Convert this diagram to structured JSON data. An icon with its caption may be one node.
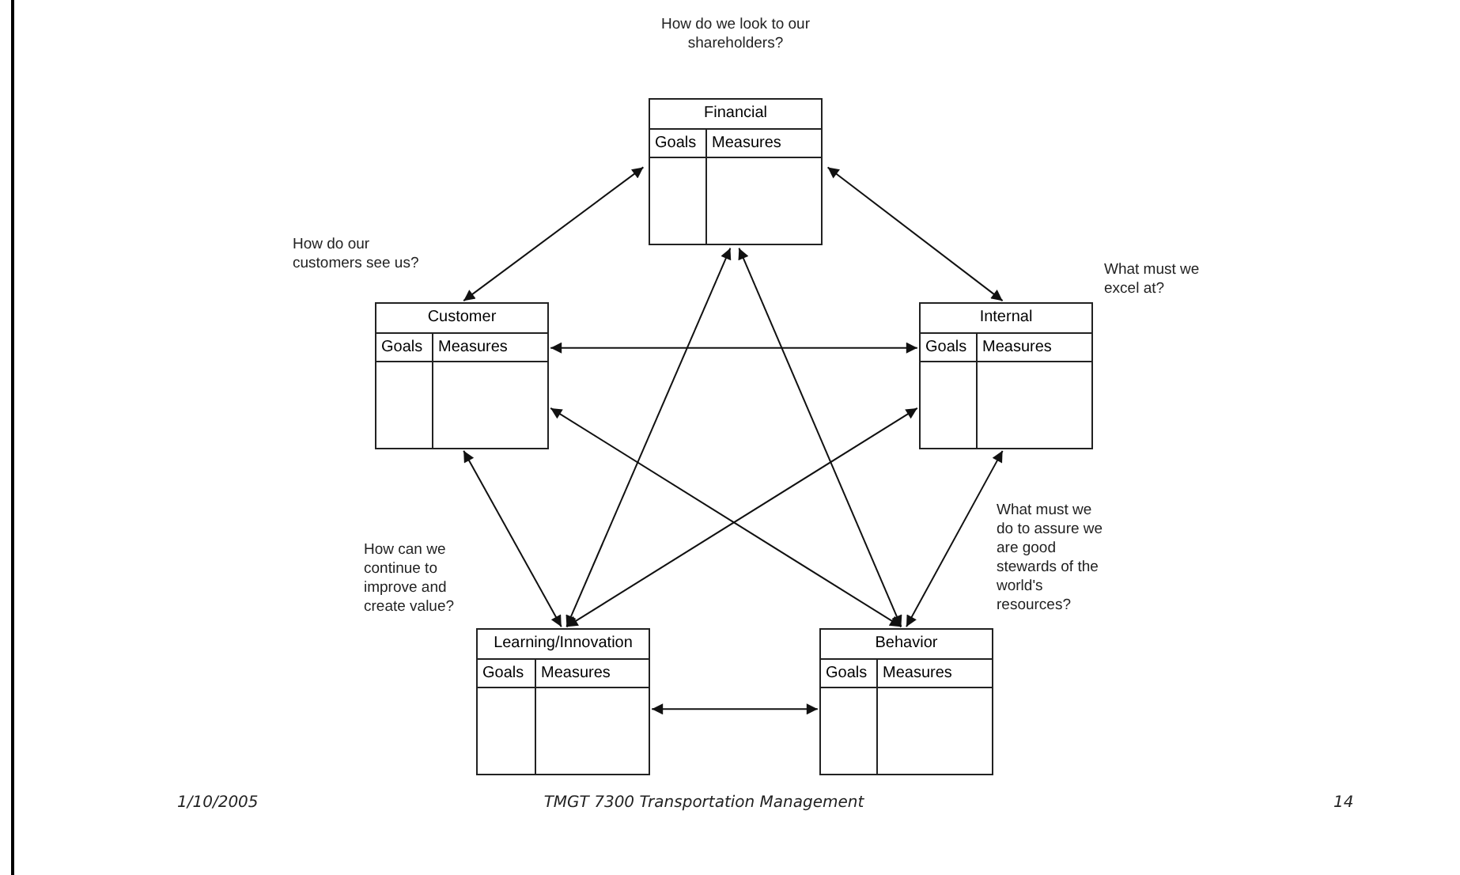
{
  "diagram": {
    "nodes": [
      {
        "text": [
          "Financial",
          "Goals",
          "Measures"
        ],
        "beside": [
          "How do we look to our shareholders?"
        ]
      },
      {
        "text": [
          "Customer",
          "Goals",
          "Measures"
        ],
        "beside": [
          "How do our customers see us?"
        ]
      },
      {
        "text": [
          "Internal",
          "Goals",
          "Measures"
        ],
        "beside": [
          "What must we excel at?"
        ]
      },
      {
        "text": [
          "Learning/Innovation",
          "Goals",
          "Measures"
        ],
        "beside": [
          "How can we continue to improve and create value?"
        ]
      },
      {
        "text": [
          "Behavior",
          "Goals",
          "Measures"
        ],
        "beside": [
          "What must we do to assure we are good stewards of the world's resources?"
        ]
      }
    ],
    "edges": [
      {
        "from": 0,
        "to": 1,
        "arrow": "both"
      },
      {
        "from": 0,
        "to": 2,
        "arrow": "both"
      },
      {
        "from": 1,
        "to": 2,
        "arrow": "both"
      },
      {
        "from": 1,
        "to": 3,
        "arrow": "both"
      },
      {
        "from": 2,
        "to": 4,
        "arrow": "both"
      },
      {
        "from": 3,
        "to": 4,
        "arrow": "both"
      },
      {
        "from": 0,
        "to": 3,
        "arrow": "both"
      },
      {
        "from": 0,
        "to": 4,
        "arrow": "both"
      },
      {
        "from": 1,
        "to": 4,
        "arrow": "both"
      },
      {
        "from": 2,
        "to": 3,
        "arrow": "both"
      }
    ],
    "labels": [
      "1/10/2005",
      "TMGT 7300 Transportation Management",
      "14"
    ]
  }
}
